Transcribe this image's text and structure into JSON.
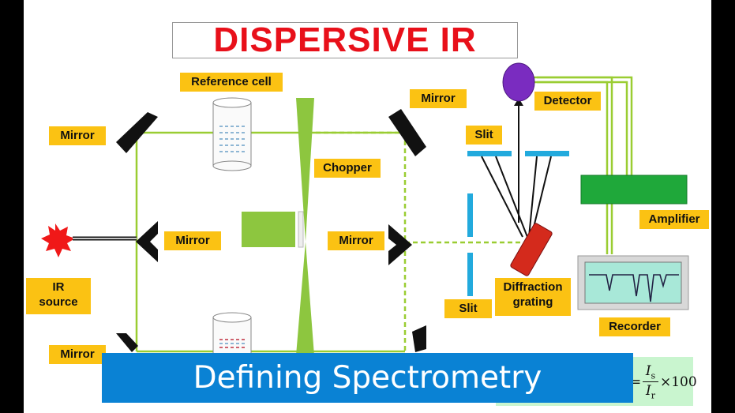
{
  "title": "DISPERSIVE IR",
  "banner": "Defining Spectrometry",
  "labels": {
    "reference_cell": "Reference cell",
    "mirror_top_left": "Mirror",
    "mirror_top_right": "Mirror",
    "mirror_mid_left": "Mirror",
    "mirror_mid_right": "Mirror",
    "mirror_bottom_left": "Mirror",
    "chopper": "Chopper",
    "detector": "Detector",
    "slit_top": "Slit",
    "slit_bottom": "Slit",
    "ir_source_line1": "IR",
    "ir_source_line2": "source",
    "amplifier": "Amplifier",
    "grating_line1": "Diffraction",
    "grating_line2": "grating",
    "recorder": "Recorder"
  },
  "formula": {
    "equals": "=",
    "numerator": "I",
    "numerator_sub": "s",
    "denominator": "I",
    "denominator_sub": "r",
    "times": "×100"
  },
  "colors": {
    "title_red": "#e8101a",
    "label_yellow": "#fbc213",
    "beam_green": "#9acd32",
    "detector_purple": "#7a2cc0",
    "grating_red": "#d42a1c",
    "amplifier_green": "#1fa83a",
    "slit_blue": "#22aadd",
    "banner_blue": "#0a82d4"
  }
}
